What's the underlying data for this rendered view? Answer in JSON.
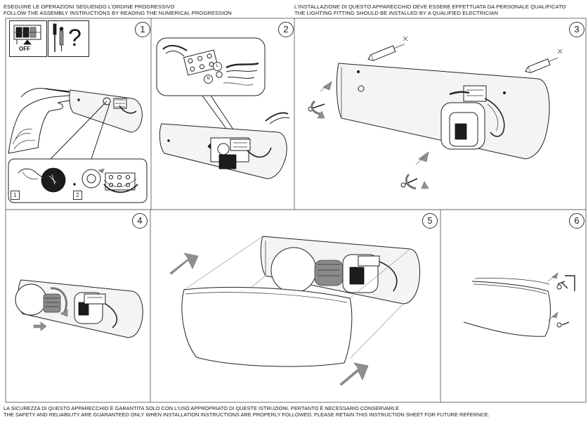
{
  "header": {
    "left_line_1": "ESEGUIRE LE OPERAZIONI SEGUENDO L'ORDINE PROGRESSIVO",
    "left_line_2": "FOLLOW THE ASSEMBLY INSTRUCTIONS BY READING THE NUMERICAL PROGRESSION",
    "right_line_1": "L'INSTALLAZIONE DI QUESTO APPARECCHIO DEVE ESSERE EFFETTUATA DA PERSONALE QUALIFICATO",
    "right_line_2": "THE LIGHTING FITTING SHOULD BE INSTALLED BY A QUALIFIED ELECTRICIAN"
  },
  "steps": [
    {
      "number": "1"
    },
    {
      "number": "2"
    },
    {
      "number": "3"
    },
    {
      "number": "4"
    },
    {
      "number": "5"
    },
    {
      "number": "6"
    }
  ],
  "step1": {
    "switch_label": "OFF",
    "question_mark": "?",
    "sub_step_1": "1",
    "sub_step_2": "2"
  },
  "step2": {
    "terminal_l": "L",
    "terminal_n": "N"
  },
  "footer": {
    "line_1": "LA SICUREZZA DI QUESTO APPARECCHIO È GARANTITA SOLO CON L'USO APPROPRIATO DI QUESTE ISTRUZIONI, PERTANTO È NECESSARIO CONSERVARLE",
    "line_2": "THE SAFETY AND RELIABILITY ARE GUARANTEED ONLY WHEN INSTALLATION INSTRUCTIONS ARE PROPERLY FOLLOWED. PLEASE RETAIN THIS INSTRUCTION SHEET FOR FUTURE REFERNCE."
  },
  "icons": {
    "power": "power-switch-off-icon",
    "tools": "screwdriver-dowel-icon",
    "arrow": "grey-direction-arrow-icon"
  }
}
